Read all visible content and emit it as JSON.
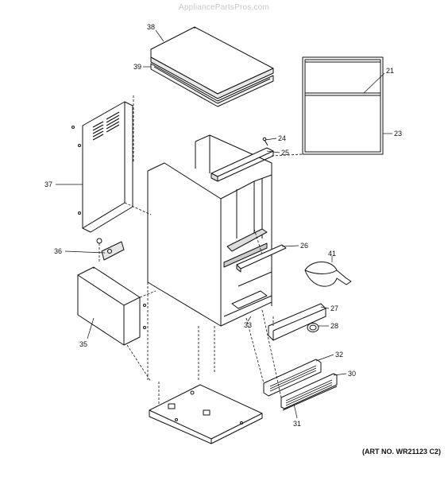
{
  "watermark": "AppliancePartsPros.com",
  "art_number": "(ART NO. WR21123 C2)",
  "callouts": {
    "c21": "21",
    "c23": "23",
    "c24": "24",
    "c25": "25",
    "c26": "26",
    "c27": "27",
    "c28": "28",
    "c30": "30",
    "c31": "31",
    "c32": "32",
    "c33": "33",
    "c35": "35",
    "c36": "36",
    "c37": "37",
    "c38": "38",
    "c39": "39",
    "c41": "41"
  }
}
